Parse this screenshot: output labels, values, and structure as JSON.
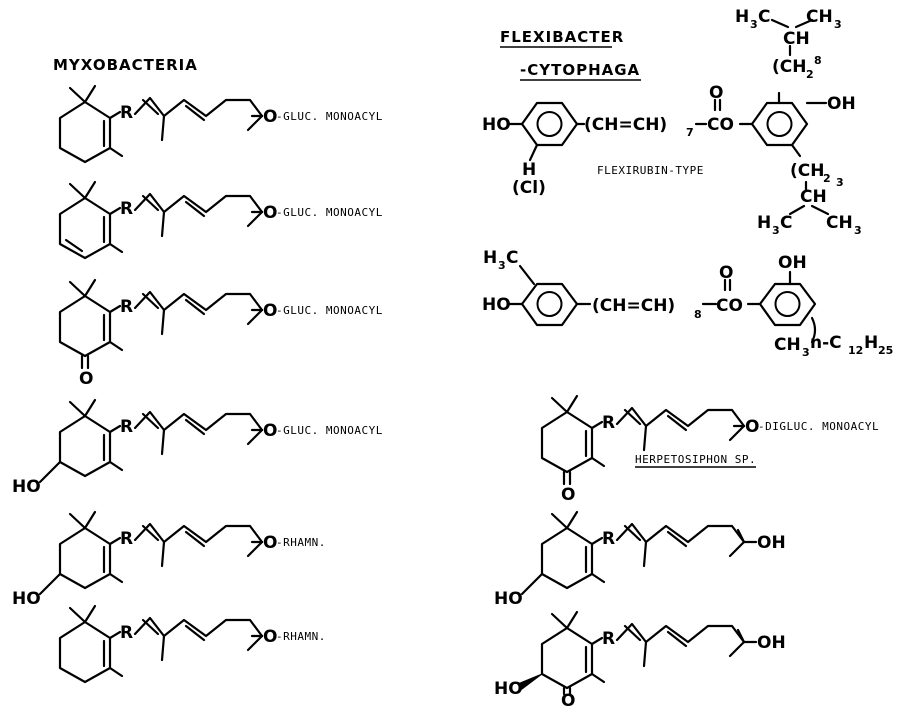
{
  "headings": {
    "myxobacteria": "MYXOBACTERIA",
    "flexibacter": "FLEXIBACTER",
    "cytophaga": "-CYTOPHAGA"
  },
  "atoms": {
    "R": "R",
    "O": "O",
    "OH": "OH",
    "HO": "HO",
    "H": "H",
    "Cl": "(Cl)",
    "CH": "CH",
    "H3C": "H",
    "CH3": "CH",
    "C": "C",
    "CO": "CO",
    "subs": {
      "3": "3",
      "2": "2",
      "8": "8",
      "7": "7"
    },
    "chain7": "(CH=CH)",
    "chain8": "(CH=CH)",
    "ch2_8": "(CH",
    "ch2_3": "(CH",
    "nC12": "n-C",
    "n12": "12",
    "nH": "H",
    "n25": "25",
    "dash": "—"
  },
  "myxo_labels": [
    {
      "name": "O-GLUC. MONOACYL",
      "text": "-GLUC. MONOACYL"
    },
    {
      "name": "O-GLUC. MONOACYL",
      "text": "-GLUC. MONOACYL"
    },
    {
      "name": "O-GLUC. MONOACYL",
      "text": "-GLUC. MONOACYL"
    },
    {
      "name": "O-GLUC. MONOACYL",
      "text": "-GLUC. MONOACYL"
    },
    {
      "name": "O-RHAMN.",
      "text": "-RHAMN."
    },
    {
      "name": "O-RHAMN.",
      "text": "-RHAMN."
    }
  ],
  "flexi_labels": {
    "flexirubin": "FLEXIRUBIN-TYPE",
    "diglucoside": "-DIGLUC. MONOACYL",
    "herpetosiphon": "HERPETOSIPHON SP."
  }
}
